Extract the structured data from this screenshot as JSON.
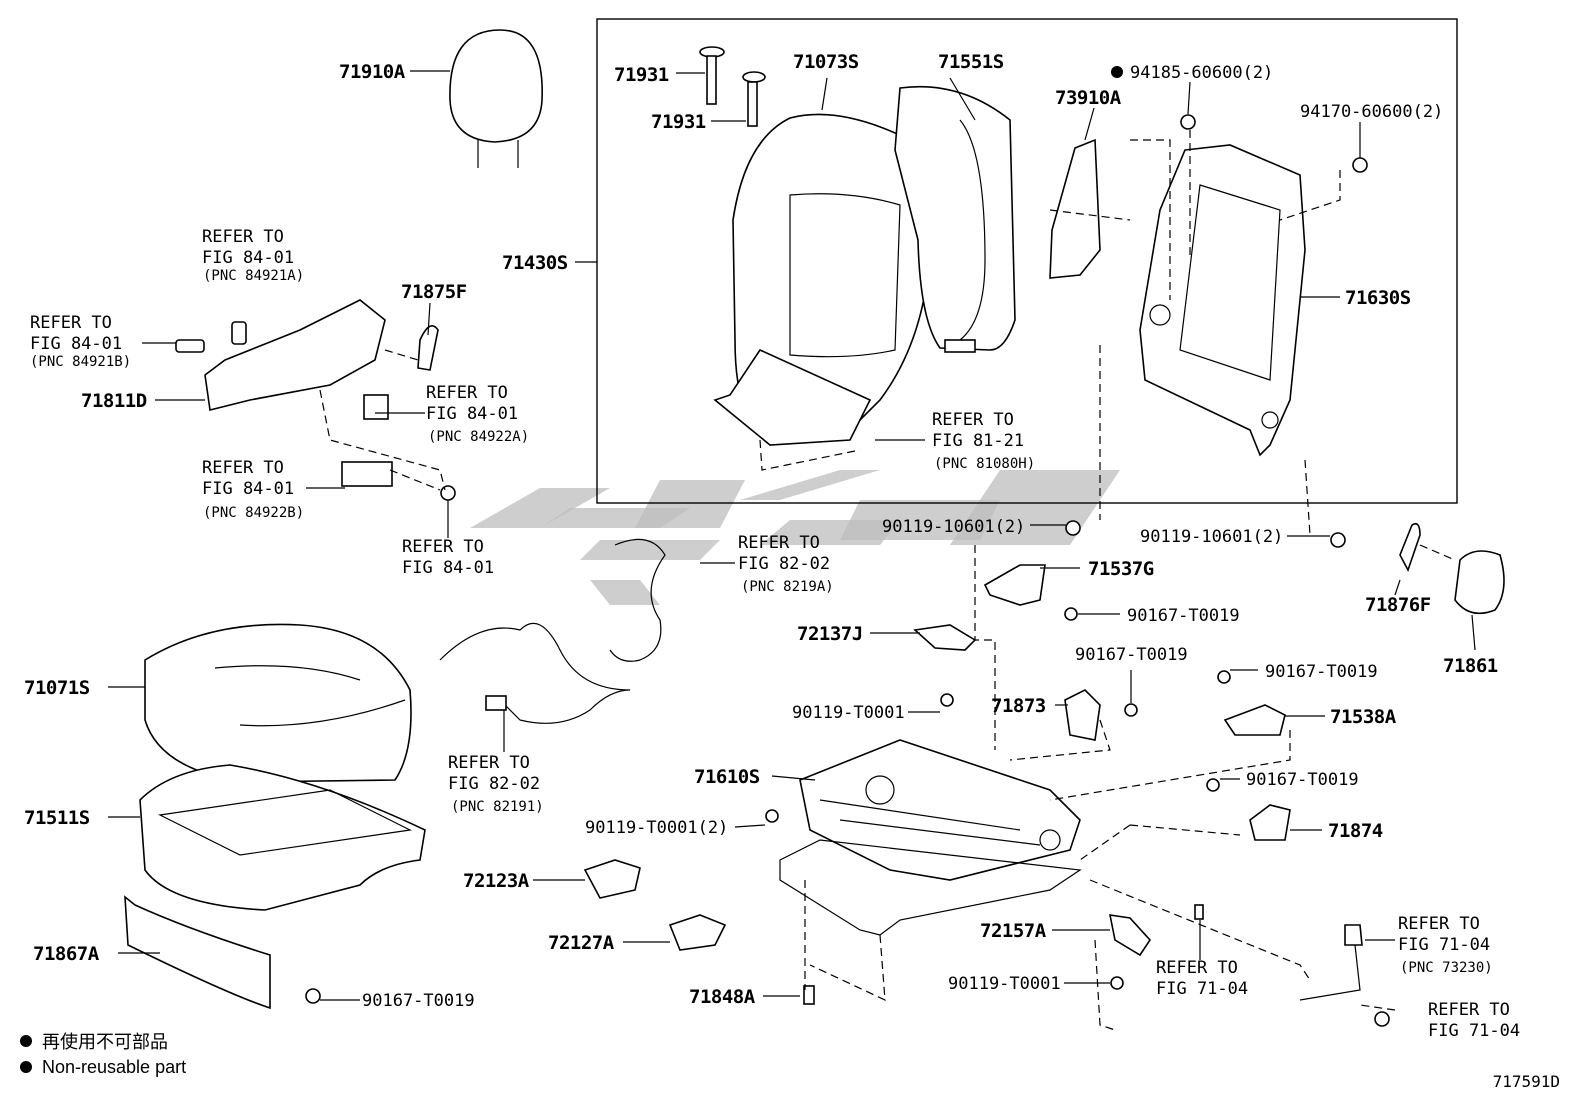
{
  "diagram_code": "717591D",
  "legend": {
    "line1": "再使用不可部品",
    "line2": "Non-reusable part"
  },
  "labels": {
    "headrest": "71910A",
    "guide1": "71931",
    "guide2": "71931",
    "back_cover": "71073S",
    "back_pad": "71551S",
    "back_assy": "71430S",
    "nut_special": "94185-60600(2)",
    "nut": "94170-60600(2)",
    "back_board": "73910A",
    "back_frame": "71630S",
    "cushion_cover": "71071S",
    "cushion_pad": "71511S",
    "cushion_bottom": "71867A",
    "shield": "71811D",
    "shield_cover": "71875F",
    "bolt_back_l": "90119-10601(2)",
    "bolt_back_r": "90119-10601(2)",
    "hinge_cover_g": "71537G",
    "screw_g": "90167-T0019",
    "cover_j": "72137J",
    "bolt_t0001_a": "90119-T0001",
    "screw_873": "90167-T0019",
    "cover_873": "71873",
    "screw_538": "90167-T0019",
    "cover_538a": "71538A",
    "adjuster": "71610S",
    "bolt_t0001_2": "90119-T0001(2)",
    "screw_874": "90167-T0019",
    "cover_874": "71874",
    "knob_123a": "72123A",
    "knob_127a": "72127A",
    "cover_157a": "72157A",
    "bolt_t0001_b": "90119-T0001",
    "clip_848a": "71848A",
    "screw_bottom": "90167-T0019",
    "cover_876f": "71876F",
    "cover_861": "71861"
  },
  "refs": [
    {
      "l1": "REFER TO",
      "l2": "FIG 84-01",
      "l3": "(PNC 84921A)"
    },
    {
      "l1": "REFER TO",
      "l2": "FIG 84-01",
      "l3": "(PNC 84921B)"
    },
    {
      "l1": "REFER TO",
      "l2": "FIG 84-01",
      "l3": "(PNC 84922A)"
    },
    {
      "l1": "REFER TO",
      "l2": "FIG 84-01",
      "l3": "(PNC 84922B)"
    },
    {
      "l1": "REFER TO",
      "l2": "FIG 84-01",
      "l3": ""
    },
    {
      "l1": "REFER TO",
      "l2": "FIG 81-21",
      "l3": "(PNC 81080H)"
    },
    {
      "l1": "REFER TO",
      "l2": "FIG 82-02",
      "l3": "(PNC 8219A)"
    },
    {
      "l1": "REFER TO",
      "l2": "FIG 82-02",
      "l3": "(PNC 82191)"
    },
    {
      "l1": "REFER TO",
      "l2": "FIG 71-04",
      "l3": ""
    },
    {
      "l1": "REFER TO",
      "l2": "FIG 71-04",
      "l3": "(PNC 73230)"
    },
    {
      "l1": "REFER TO",
      "l2": "FIG 71-04",
      "l3": ""
    }
  ]
}
